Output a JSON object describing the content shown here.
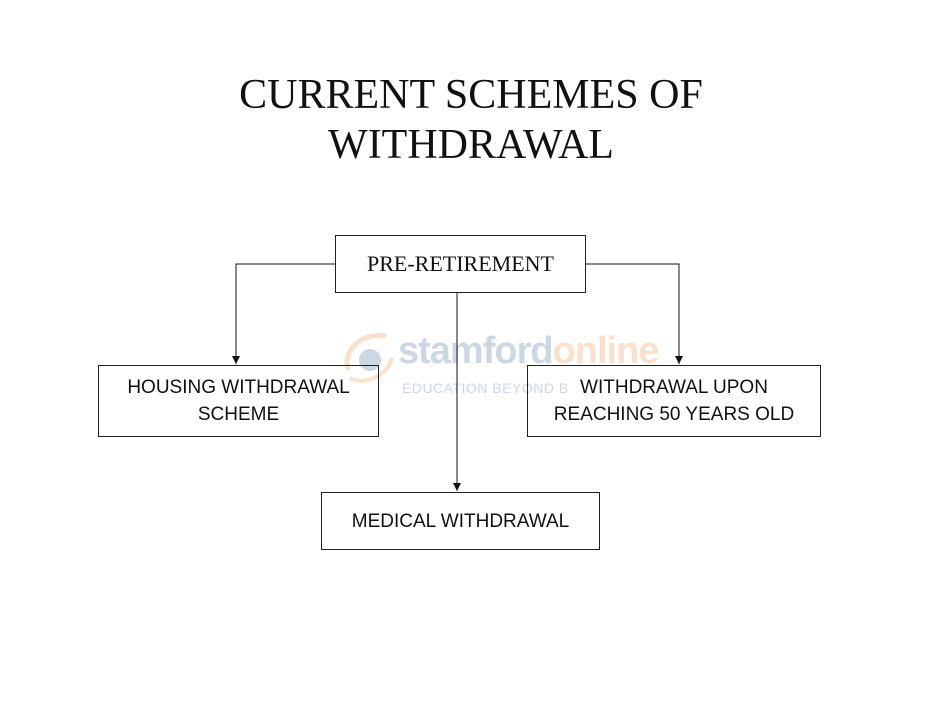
{
  "title": {
    "line1": "CURRENT SCHEMES OF",
    "line2": "WITHDRAWAL"
  },
  "nodes": {
    "pre_retirement": {
      "label": "PRE-RETIREMENT"
    },
    "housing": {
      "line1": "HOUSING WITHDRAWAL",
      "line2": "SCHEME"
    },
    "age_fifty": {
      "line1": "WITHDRAWAL UPON",
      "line2": "REACHING 50 YEARS OLD"
    },
    "medical": {
      "label": "MEDICAL WITHDRAWAL"
    }
  },
  "edges": [
    {
      "from": "pre_retirement",
      "to": "housing"
    },
    {
      "from": "pre_retirement",
      "to": "medical"
    },
    {
      "from": "pre_retirement",
      "to": "age_fifty"
    }
  ],
  "watermark": {
    "brand_main": "stamford",
    "brand_accent": "online",
    "tagline": "EDUCATION BEYOND B",
    "colors": {
      "primary": "#1d4f8a",
      "accent": "#e57a1f"
    }
  }
}
